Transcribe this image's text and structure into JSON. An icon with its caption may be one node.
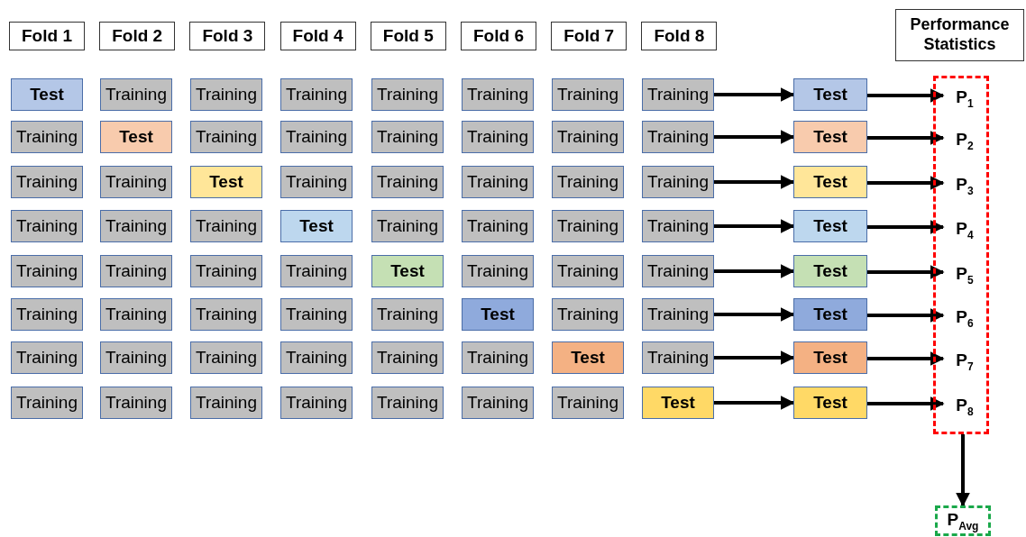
{
  "diagram": {
    "nodes": [
      {
        "text": [
          "Fold 1"
        ]
      },
      {
        "text": [
          "Fold 2"
        ]
      },
      {
        "text": [
          "Fold 3"
        ]
      },
      {
        "text": [
          "Fold 4"
        ]
      },
      {
        "text": [
          "Fold 5"
        ]
      },
      {
        "text": [
          "Fold 6"
        ]
      },
      {
        "text": [
          "Fold 7"
        ]
      },
      {
        "text": [
          "Fold 8"
        ]
      },
      {
        "text": [
          "Performance Statistics"
        ]
      },
      {
        "text": [
          "Test"
        ]
      },
      {
        "text": [
          "Training"
        ]
      },
      {
        "text": [
          "Training"
        ]
      },
      {
        "text": [
          "Training"
        ]
      },
      {
        "text": [
          "Training"
        ]
      },
      {
        "text": [
          "Training"
        ]
      },
      {
        "text": [
          "Training"
        ]
      },
      {
        "text": [
          "Training"
        ]
      },
      {
        "text": [
          "Test"
        ]
      },
      {
        "text": [
          "Training"
        ]
      },
      {
        "text": [
          "Test"
        ]
      },
      {
        "text": [
          "Training"
        ]
      },
      {
        "text": [
          "Training"
        ]
      },
      {
        "text": [
          "Training"
        ]
      },
      {
        "text": [
          "Training"
        ]
      },
      {
        "text": [
          "Training"
        ]
      },
      {
        "text": [
          "Training"
        ]
      },
      {
        "text": [
          "Test"
        ]
      },
      {
        "text": [
          "Training"
        ]
      },
      {
        "text": [
          "Training"
        ]
      },
      {
        "text": [
          "Test"
        ]
      },
      {
        "text": [
          "Training"
        ]
      },
      {
        "text": [
          "Training"
        ]
      },
      {
        "text": [
          "Training"
        ]
      },
      {
        "text": [
          "Training"
        ]
      },
      {
        "text": [
          "Training"
        ]
      },
      {
        "text": [
          "Test"
        ]
      },
      {
        "text": [
          "Training"
        ]
      },
      {
        "text": [
          "Training"
        ]
      },
      {
        "text": [
          "Training"
        ]
      },
      {
        "text": [
          "Test"
        ]
      },
      {
        "text": [
          "Training"
        ]
      },
      {
        "text": [
          "Training"
        ]
      },
      {
        "text": [
          "Training"
        ]
      },
      {
        "text": [
          "Training"
        ]
      },
      {
        "text": [
          "Test"
        ]
      },
      {
        "text": [
          "Training"
        ]
      },
      {
        "text": [
          "Training"
        ]
      },
      {
        "text": [
          "Training"
        ]
      },
      {
        "text": [
          "Training"
        ]
      },
      {
        "text": [
          "Test"
        ]
      },
      {
        "text": [
          "Training"
        ]
      },
      {
        "text": [
          "Training"
        ]
      },
      {
        "text": [
          "Training"
        ]
      },
      {
        "text": [
          "Test"
        ]
      },
      {
        "text": [
          "Training"
        ]
      },
      {
        "text": [
          "Training"
        ]
      },
      {
        "text": [
          "Training"
        ]
      },
      {
        "text": [
          "Training"
        ]
      },
      {
        "text": [
          "Training"
        ]
      },
      {
        "text": [
          "Test"
        ]
      },
      {
        "text": [
          "Training"
        ]
      },
      {
        "text": [
          "Training"
        ]
      },
      {
        "text": [
          "Test"
        ]
      },
      {
        "text": [
          "Training"
        ]
      },
      {
        "text": [
          "Training"
        ]
      },
      {
        "text": [
          "Training"
        ]
      },
      {
        "text": [
          "Training"
        ]
      },
      {
        "text": [
          "Training"
        ]
      },
      {
        "text": [
          "Training"
        ]
      },
      {
        "text": [
          "Test"
        ]
      },
      {
        "text": [
          "Training"
        ]
      },
      {
        "text": [
          "Test"
        ]
      },
      {
        "text": [
          "Training"
        ]
      },
      {
        "text": [
          "Training"
        ]
      },
      {
        "text": [
          "Training"
        ]
      },
      {
        "text": [
          "Training"
        ]
      },
      {
        "text": [
          "Training"
        ]
      },
      {
        "text": [
          "Training"
        ]
      },
      {
        "text": [
          "Training"
        ]
      },
      {
        "text": [
          "Test"
        ]
      },
      {
        "text": [
          "Test"
        ]
      },
      {
        "text": [],
        "shape": "box"
      },
      {
        "text": [
          "P$_{1}$"
        ],
        "in": 81
      },
      {
        "text": [
          "P$_{2}$"
        ],
        "in": 81
      },
      {
        "text": [
          "P$_{3}$"
        ],
        "in": 81
      },
      {
        "text": [
          "P$_{4}$"
        ],
        "in": 81
      },
      {
        "text": [
          "P$_{5}$"
        ],
        "in": 81
      },
      {
        "text": [
          "P$_{6}$"
        ],
        "in": 81
      },
      {
        "text": [
          "P$_{7}$"
        ],
        "in": 81
      },
      {
        "text": [
          "P$_{8}$"
        ],
        "in": 81
      },
      {
        "text": [
          "P$_{Avg}$"
        ]
      }
    ],
    "edges": [
      {
        "from": 16,
        "to": 17,
        "arrow": "to"
      },
      {
        "from": 17,
        "to": 82,
        "arrow": "to"
      },
      {
        "from": 25,
        "to": 26,
        "arrow": "to"
      },
      {
        "from": 26,
        "to": 83,
        "arrow": "to"
      },
      {
        "from": 34,
        "to": 35,
        "arrow": "to"
      },
      {
        "from": 35,
        "to": 84,
        "arrow": "to"
      },
      {
        "from": 43,
        "to": 44,
        "arrow": "to"
      },
      {
        "from": 44,
        "to": 85,
        "arrow": "to"
      },
      {
        "from": 52,
        "to": 53,
        "arrow": "to"
      },
      {
        "from": 53,
        "to": 86,
        "arrow": "to"
      },
      {
        "from": 61,
        "to": 62,
        "arrow": "to"
      },
      {
        "from": 62,
        "to": 87,
        "arrow": "to"
      },
      {
        "from": 70,
        "to": 71,
        "arrow": "to"
      },
      {
        "from": 71,
        "to": 88,
        "arrow": "to"
      },
      {
        "from": 79,
        "to": 80,
        "arrow": "to"
      },
      {
        "from": 80,
        "to": 89,
        "arrow": "to"
      },
      {
        "from": 81,
        "to": 90,
        "arrow": "to"
      }
    ]
  }
}
